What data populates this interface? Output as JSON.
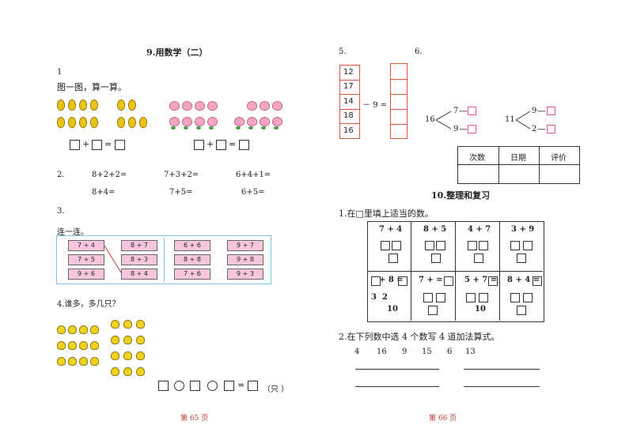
{
  "left": {
    "title": "9.用数学（二）",
    "q1": {
      "num": "1",
      "instruction": "图一图，算一算。"
    },
    "q2": {
      "num": "2.",
      "row1": [
        "8+2+2=",
        "7+3+2=",
        "6+4+1="
      ],
      "row2": [
        "8+4=",
        "7+5=",
        "6+5="
      ]
    },
    "q3": {
      "num": "3.",
      "instruction": "连一连。",
      "cards": [
        [
          "7 + 4",
          "8 + 7",
          "6 + 6",
          "9 + 7"
        ],
        [
          "7 + 5",
          "8 + 3",
          "8 + 8",
          "9 + 8"
        ],
        [
          "9 + 6",
          "8 + 4",
          "7 + 6",
          "9 + 3"
        ]
      ]
    },
    "q4": {
      "num": "4.谁多，多几只？",
      "unit": "（只 ）"
    },
    "footer": "第 65 页"
  },
  "right": {
    "q5": {
      "num": "5.",
      "column": [
        "12",
        "17",
        "14",
        "18",
        "16"
      ],
      "op": "－ 9 ="
    },
    "q6": {
      "num": "6.",
      "tree1": {
        "root": "16",
        "top": "7",
        "bottom": "9"
      },
      "tree2": {
        "root": "11",
        "top": "9",
        "bottom": "2"
      }
    },
    "table": {
      "headers": [
        "次数",
        "日期",
        "评价"
      ]
    },
    "section": "10.整理和复习",
    "q1": {
      "text": "1.在□里填上适当的数。",
      "cells": [
        "7 + 4",
        "8 + 5",
        "4 + 7",
        "3 + 9",
        "+ 8 =",
        "7 + =",
        "5 + 7 =",
        "8 + 4 ="
      ],
      "sub": [
        "3",
        "2",
        "10",
        "10"
      ]
    },
    "q2": {
      "text": "2.在下列数中选 4 个数写 4 道加法算式。",
      "numbers": [
        "4",
        "16",
        "9",
        "15",
        "6",
        "13"
      ]
    },
    "footer": "第 66 页"
  }
}
